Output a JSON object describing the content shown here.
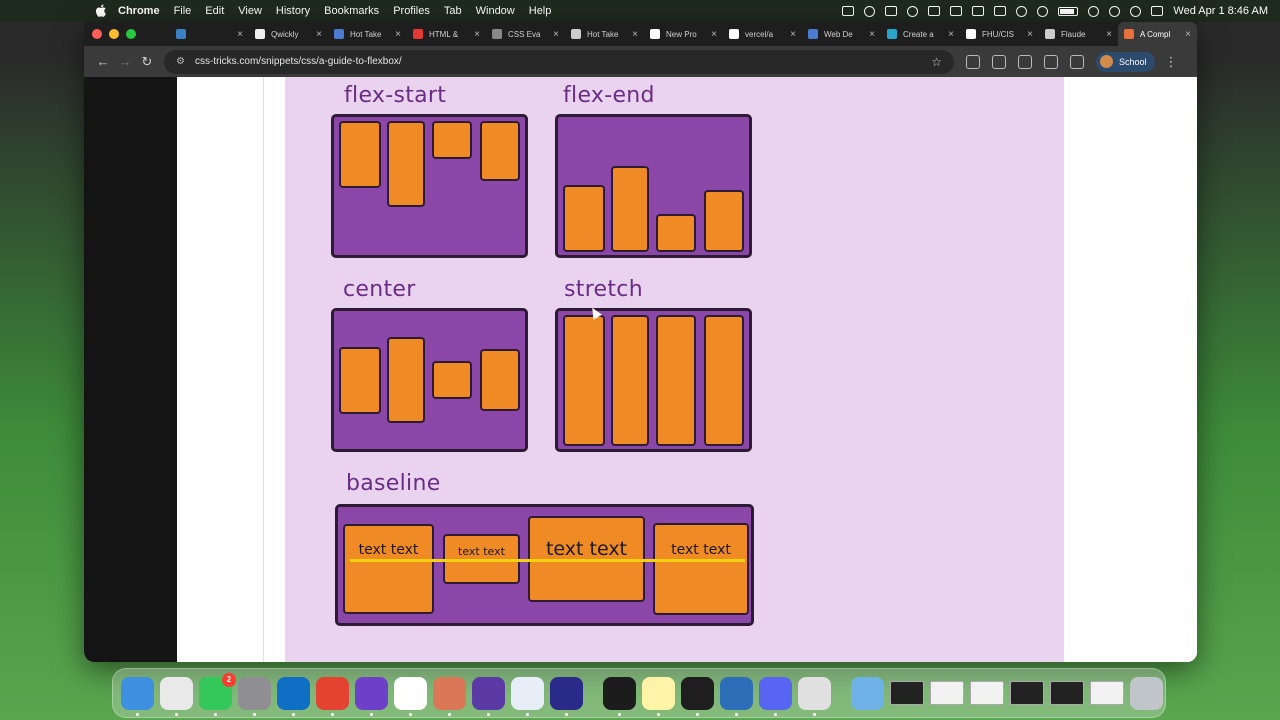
{
  "menubar": {
    "app_name": "Chrome",
    "menus": [
      "File",
      "Edit",
      "View",
      "History",
      "Bookmarks",
      "Profiles",
      "Tab",
      "Window",
      "Help"
    ],
    "clock": "Wed Apr 1  8:46 AM"
  },
  "tabs": [
    {
      "title": "",
      "color": "#3b82c4"
    },
    {
      "title": "Qwickly",
      "color": "#eeeeee"
    },
    {
      "title": "Hot Take",
      "color": "#4a7bd0"
    },
    {
      "title": "HTML &",
      "color": "#e53935"
    },
    {
      "title": "CSS Eva",
      "color": "#888888"
    },
    {
      "title": "Hot Take",
      "color": "#cccccc"
    },
    {
      "title": "New Pro",
      "color": "#ffffff"
    },
    {
      "title": "vercel/a",
      "color": "#ffffff"
    },
    {
      "title": "Web De",
      "color": "#4a7bd0"
    },
    {
      "title": "Create a",
      "color": "#27a6c9"
    },
    {
      "title": "FHU/CIS",
      "color": "#ffffff"
    },
    {
      "title": "Flaude",
      "color": "#cccccc"
    },
    {
      "title": "A Compl",
      "color": "#e8703a",
      "active": true
    }
  ],
  "toolbar": {
    "url": "css-tricks.com/snippets/css/a-guide-to-flexbox/",
    "profile_label": "School"
  },
  "figure": {
    "labels": {
      "flex_start": "flex-start",
      "flex_end": "flex-end",
      "center": "center",
      "stretch": "stretch",
      "baseline": "baseline"
    },
    "baseline_texts": [
      "text text",
      "text text",
      "text text",
      "text text"
    ],
    "colors": {
      "container": "#8a47a8",
      "item": "#f08a24",
      "background": "#e9d3ee",
      "baseline_line": "#f5d20f",
      "label": "#6a2c84"
    }
  },
  "dock": {
    "apps": [
      {
        "name": "finder-icon",
        "color": "#3d8fe0"
      },
      {
        "name": "chrome-icon",
        "color": "#e9e9e9"
      },
      {
        "name": "messages-icon",
        "color": "#34c759",
        "badge": "2"
      },
      {
        "name": "system-settings-icon",
        "color": "#8e8e93"
      },
      {
        "name": "vscode-icon",
        "color": "#0e6fc4"
      },
      {
        "name": "todoist-icon",
        "color": "#e44332"
      },
      {
        "name": "github-desktop-icon",
        "color": "#6e40c9"
      },
      {
        "name": "chatgpt-icon",
        "color": "#ffffff"
      },
      {
        "name": "claude-icon",
        "color": "#d97757"
      },
      {
        "name": "obsidian-icon",
        "color": "#5b3aa6"
      },
      {
        "name": "virtual-machine-icon",
        "color": "#e7eef8"
      },
      {
        "name": "arc-icon",
        "color": "#2a2a8a"
      }
    ],
    "apps2": [
      {
        "name": "activity-monitor-icon",
        "color": "#1c1c1c"
      },
      {
        "name": "notes-icon",
        "color": "#fff3a8"
      },
      {
        "name": "figma-icon",
        "color": "#1e1e1e"
      },
      {
        "name": "database-icon",
        "color": "#2c6fb8"
      },
      {
        "name": "discord-icon",
        "color": "#5865f2"
      },
      {
        "name": "brushes-icon",
        "color": "#e0e0e0"
      }
    ]
  }
}
